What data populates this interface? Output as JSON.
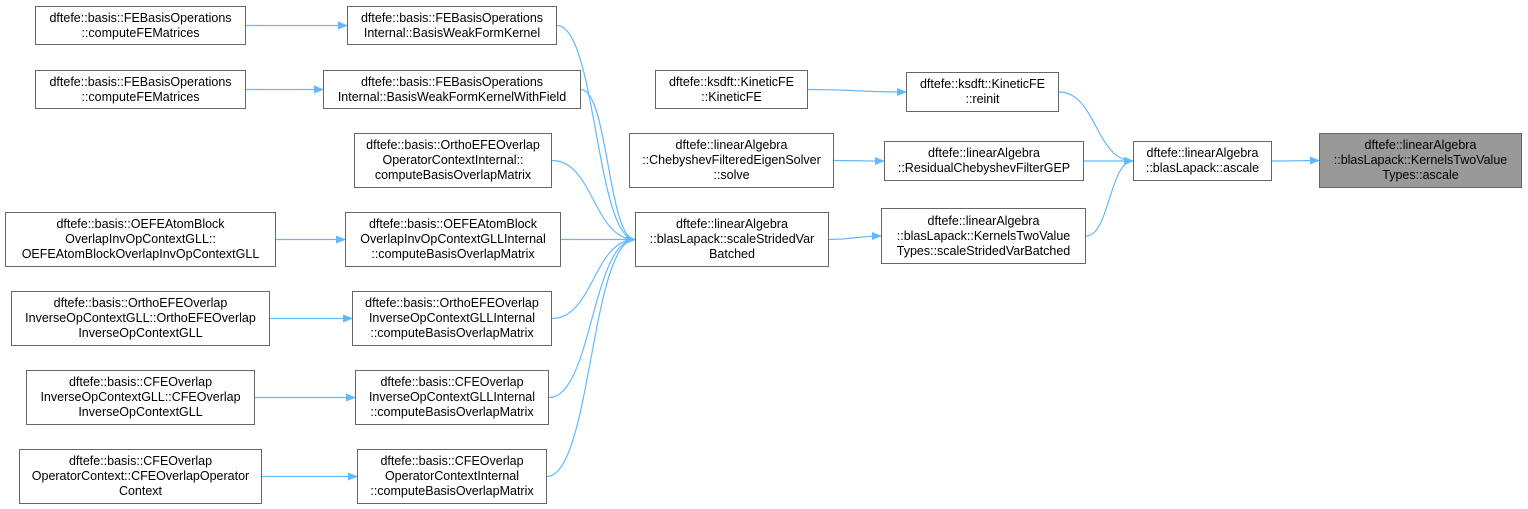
{
  "colors": {
    "edge": "#63b8ff",
    "node_border": "#666666",
    "root_fill": "#999999",
    "node_fill": "#ffffff"
  },
  "nodes": {
    "n1": {
      "lines": [
        "dftefe::basis::FEBasisOperations",
        "::computeFEMatrices"
      ]
    },
    "n2": {
      "lines": [
        "dftefe::basis::FEBasisOperations",
        "::computeFEMatrices"
      ]
    },
    "n3": {
      "lines": [
        "dftefe::basis::FEBasisOperations",
        "Internal::BasisWeakFormKernel"
      ]
    },
    "n4": {
      "lines": [
        "dftefe::basis::FEBasisOperations",
        "Internal::BasisWeakFormKernelWithField"
      ]
    },
    "n5": {
      "lines": [
        "dftefe::basis::OrthoEFEOverlap",
        "OperatorContextInternal::",
        "computeBasisOverlapMatrix"
      ]
    },
    "n6": {
      "lines": [
        "dftefe::basis::OEFEAtomBlock",
        "OverlapInvOpContextGLL::",
        "OEFEAtomBlockOverlapInvOpContextGLL"
      ]
    },
    "n7": {
      "lines": [
        "dftefe::basis::OEFEAtomBlock",
        "OverlapInvOpContextGLLInternal",
        "::computeBasisOverlapMatrix"
      ]
    },
    "n8": {
      "lines": [
        "dftefe::basis::OrthoEFEOverlap",
        "InverseOpContextGLL::OrthoEFEOverlap",
        "InverseOpContextGLL"
      ]
    },
    "n9": {
      "lines": [
        "dftefe::basis::OrthoEFEOverlap",
        "InverseOpContextGLLInternal",
        "::computeBasisOverlapMatrix"
      ]
    },
    "n10": {
      "lines": [
        "dftefe::basis::CFEOverlap",
        "InverseOpContextGLL::CFEOverlap",
        "InverseOpContextGLL"
      ]
    },
    "n11": {
      "lines": [
        "dftefe::basis::CFEOverlap",
        "InverseOpContextGLLInternal",
        "::computeBasisOverlapMatrix"
      ]
    },
    "n12": {
      "lines": [
        "dftefe::basis::CFEOverlap",
        "OperatorContext::CFEOverlapOperator",
        "Context"
      ]
    },
    "n13": {
      "lines": [
        "dftefe::basis::CFEOverlap",
        "OperatorContextInternal",
        "::computeBasisOverlapMatrix"
      ]
    },
    "n14": {
      "lines": [
        "dftefe::linearAlgebra",
        "::blasLapack::scaleStridedVar",
        "Batched"
      ]
    },
    "n15": {
      "lines": [
        "dftefe::ksdft::KineticFE",
        "::KineticFE"
      ]
    },
    "n16": {
      "lines": [
        "dftefe::ksdft::KineticFE",
        "::reinit"
      ]
    },
    "n17": {
      "lines": [
        "dftefe::linearAlgebra",
        "::ChebyshevFilteredEigenSolver",
        "::solve"
      ]
    },
    "n18": {
      "lines": [
        "dftefe::linearAlgebra",
        "::ResidualChebyshevFilterGEP"
      ]
    },
    "n19": {
      "lines": [
        "dftefe::linearAlgebra",
        "::blasLapack::KernelsTwoValue",
        "Types::scaleStridedVarBatched"
      ]
    },
    "n20": {
      "lines": [
        "dftefe::linearAlgebra",
        "::blasLapack::ascale"
      ]
    },
    "n21": {
      "lines": [
        "dftefe::linearAlgebra",
        "::blasLapack::KernelsTwoValue",
        "Types::ascale"
      ]
    }
  },
  "edges": [
    [
      "n1",
      "n3"
    ],
    [
      "n2",
      "n4"
    ],
    [
      "n6",
      "n7"
    ],
    [
      "n8",
      "n9"
    ],
    [
      "n10",
      "n11"
    ],
    [
      "n12",
      "n13"
    ],
    [
      "n3",
      "n14"
    ],
    [
      "n4",
      "n14"
    ],
    [
      "n5",
      "n14"
    ],
    [
      "n7",
      "n14"
    ],
    [
      "n9",
      "n14"
    ],
    [
      "n11",
      "n14"
    ],
    [
      "n13",
      "n14"
    ],
    [
      "n15",
      "n16"
    ],
    [
      "n17",
      "n18"
    ],
    [
      "n14",
      "n19"
    ],
    [
      "n16",
      "n20"
    ],
    [
      "n18",
      "n20"
    ],
    [
      "n19",
      "n20"
    ],
    [
      "n20",
      "n21"
    ]
  ]
}
